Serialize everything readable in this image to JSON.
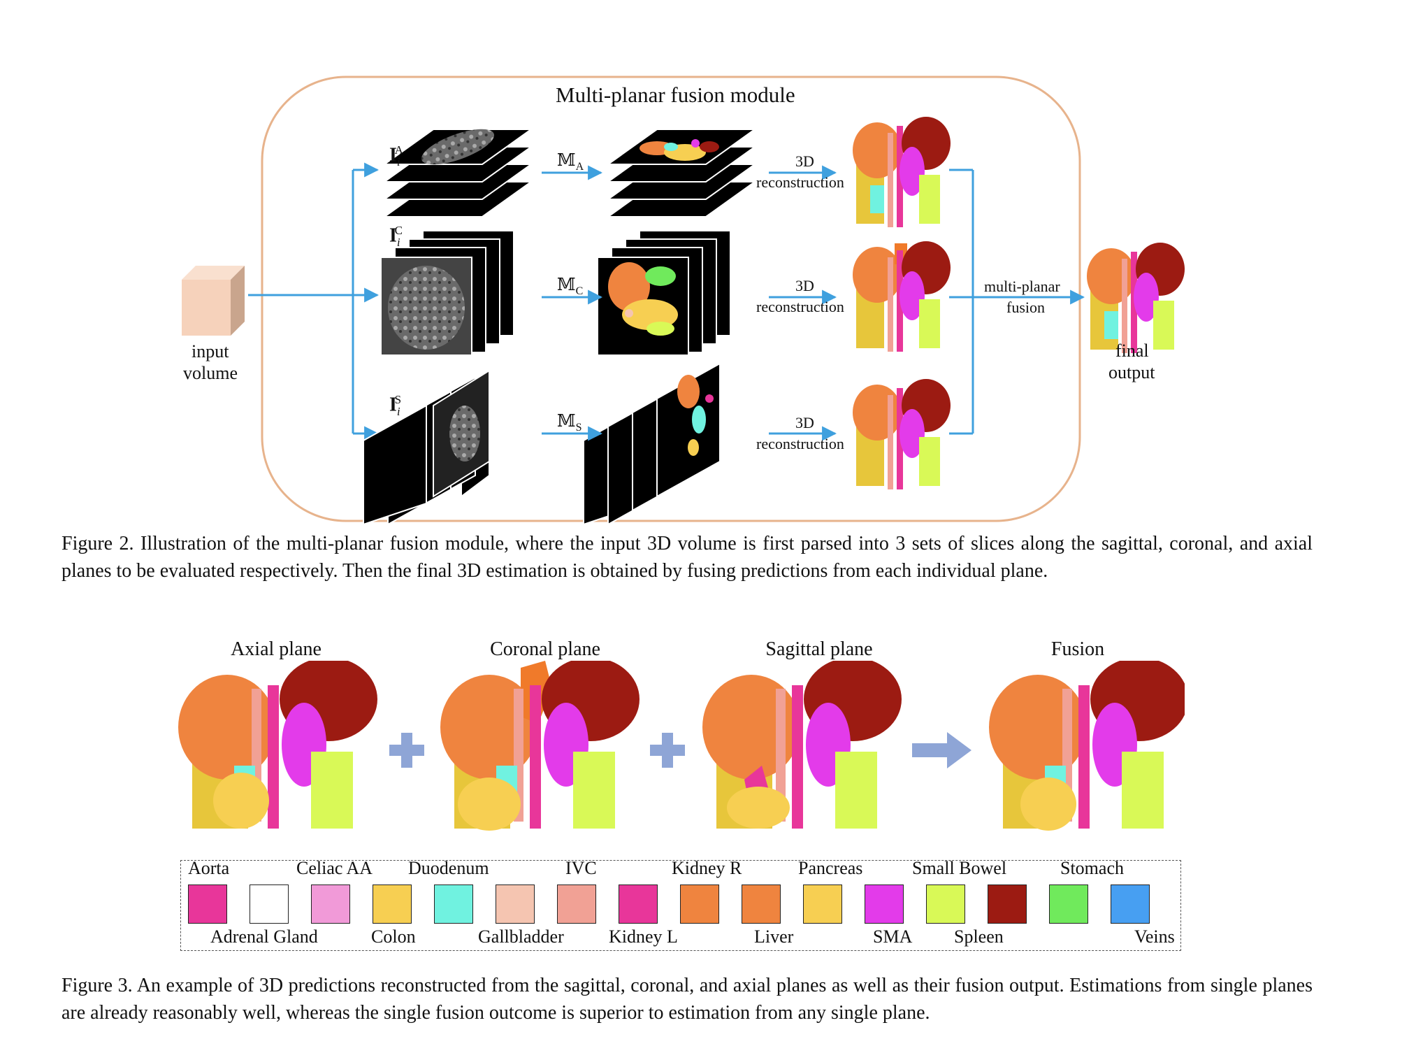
{
  "figure2": {
    "module_title": "Multi-planar fusion module",
    "input_label_1": "input",
    "input_label_2": "volume",
    "rows": [
      {
        "image_symbol": "I",
        "image_sub": "i",
        "image_sup": "A",
        "model_symbol": "𝕄",
        "model_sub": "A",
        "recon_1": "3D",
        "recon_2": "reconstruction"
      },
      {
        "image_symbol": "I",
        "image_sub": "i",
        "image_sup": "C",
        "model_symbol": "𝕄",
        "model_sub": "C",
        "recon_1": "3D",
        "recon_2": "reconstruction"
      },
      {
        "image_symbol": "I",
        "image_sub": "i",
        "image_sup": "S",
        "model_symbol": "𝕄",
        "model_sub": "S",
        "recon_1": "3D",
        "recon_2": "reconstruction"
      }
    ],
    "fusion_label_1": "multi-planar",
    "fusion_label_2": "fusion",
    "output_label_1": "final",
    "output_label_2": "output",
    "caption": "Figure 2. Illustration of the multi-planar fusion module, where the input 3D volume is first parsed into 3 sets of slices along the sagittal, coronal, and axial planes to be evaluated respectively. Then the final 3D estimation is obtained by fusing predictions from each individual plane."
  },
  "figure3": {
    "plane_titles": [
      "Axial plane",
      "Coronal plane",
      "Sagittal plane",
      "Fusion"
    ],
    "legend_top": [
      "Aorta",
      "Celiac AA",
      "Duodenum",
      "IVC",
      "Kidney R",
      "Pancreas",
      "Small Bowel",
      "Stomach"
    ],
    "legend_bottom": [
      "Adrenal Gland",
      "Colon",
      "Gallbladder",
      "Kidney L",
      "Liver",
      "SMA",
      "Spleen",
      "Veins"
    ],
    "legend_colors": [
      "#e8369a",
      "#ffffff",
      "#f19ad8",
      "#f7cf52",
      "#70f2e0",
      "#f5c5b1",
      "#f1a195",
      "#e8369a",
      "#ef843f",
      "#ef843f",
      "#f7cf52",
      "#e33bea",
      "#d9f957",
      "#9c1b12",
      "#70ea5c",
      "#479ff2"
    ],
    "caption": "Figure 3.  An example of 3D predictions reconstructed from the sagittal, coronal, and axial planes as well as their fusion output. Estimations from single planes are already reasonably well, whereas the single fusion outcome is superior to estimation from any single plane."
  }
}
